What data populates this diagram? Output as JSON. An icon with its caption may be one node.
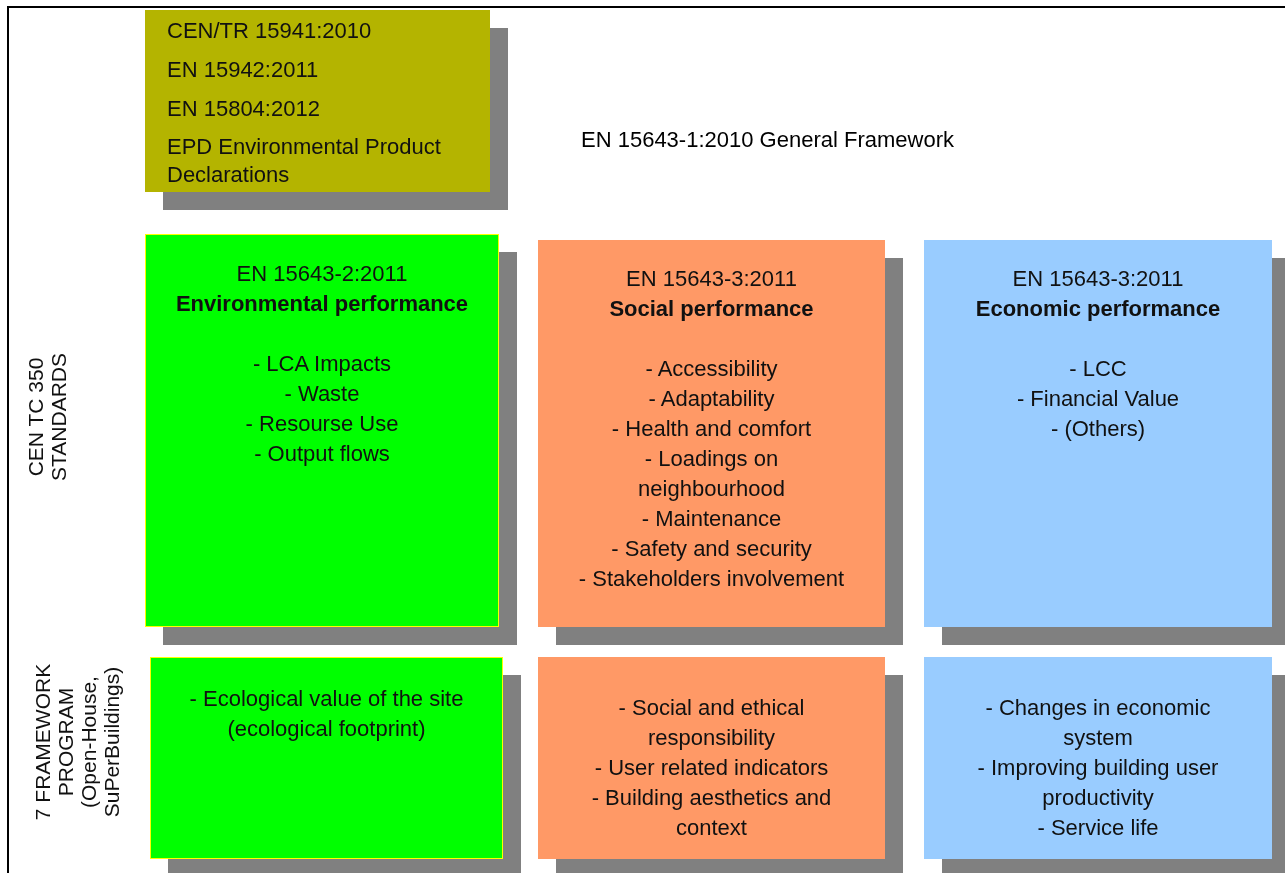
{
  "diagram": {
    "nodes": [
      {
        "text": [
          "EN 15643-1:2010 General Framework"
        ]
      },
      {
        "text": [
          "CEN/TR 15941:2010",
          "EN 15942:2011",
          "EN 15804:2012",
          "EPD Environmental Product Declarations"
        ],
        "in": 0
      },
      {
        "text": [
          "EN 15643-2:2011",
          "Environmental performance",
          "- LCA Impacts",
          "- Waste",
          "- Resourse Use",
          "- Output flows"
        ],
        "in": 0
      },
      {
        "text": [
          "EN 15643-3:2011",
          "Social performance",
          "- Accessibility",
          "- Adaptability",
          "- Health and comfort",
          "- Loadings on neighbourhood",
          "- Maintenance",
          "- Safety and security",
          "- Stakeholders involvement"
        ],
        "in": 0
      },
      {
        "text": [
          "EN 15643-3:2011",
          "Economic performance",
          "- LCC",
          "- Financial Value",
          "- (Others)"
        ],
        "in": 0
      },
      {
        "text": [
          "- Ecological value of the site (ecological footprint)"
        ],
        "in": 0
      },
      {
        "text": [
          "- Social and ethical responsibility",
          "- User related indicators",
          "- Building aesthetics and context"
        ],
        "in": 0
      },
      {
        "text": [
          "- Changes in economic system",
          "- Improving building user productivity",
          "- Service life"
        ],
        "in": 0
      }
    ],
    "edges": [],
    "labels": [
      "CEN TC 350 STANDARDS",
      "7 FRAMEWORK PROGRAM (Open-House, SuPerBuildings)"
    ]
  }
}
